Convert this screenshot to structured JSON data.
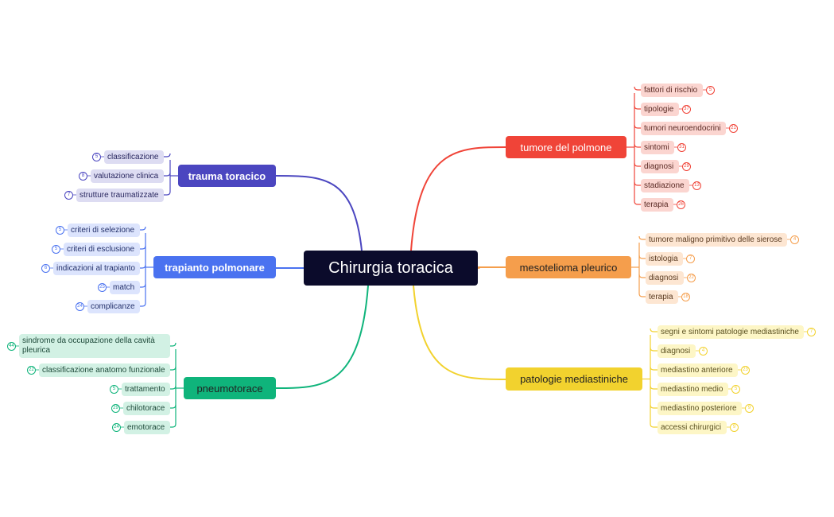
{
  "central": {
    "label": "Chirurgia toracica"
  },
  "colors": {
    "central": "#0b0b2b",
    "tumore": "#f04438",
    "meso": "#f59e4c",
    "medias": "#f2d22e",
    "pneumo": "#0fb47b",
    "trapianto": "#4a72f0",
    "trauma": "#4b46c0"
  },
  "branches": {
    "tumore": {
      "label": "tumore del polmone",
      "children": [
        {
          "label": "fattori di rischio",
          "count": "5"
        },
        {
          "label": "tipologie",
          "count": "37"
        },
        {
          "label": "tumori neuroendocrini",
          "count": "21"
        },
        {
          "label": "sintomi",
          "count": "31"
        },
        {
          "label": "diagnosi",
          "count": "29"
        },
        {
          "label": "stadiazione",
          "count": "13"
        },
        {
          "label": "terapia",
          "count": "26"
        }
      ]
    },
    "meso": {
      "label": "mesotelioma pleurico",
      "children": [
        {
          "label": "tumore maligno primitivo delle sierose",
          "count": "4"
        },
        {
          "label": "istologia",
          "count": "7"
        },
        {
          "label": "diagnosi",
          "count": "22"
        },
        {
          "label": "terapia",
          "count": "18"
        }
      ]
    },
    "medias": {
      "label": "patologie mediastiniche",
      "children": [
        {
          "label": "segni e sintomi patologie mediastiniche",
          "count": "7"
        },
        {
          "label": "diagnosi",
          "count": "4"
        },
        {
          "label": "mediastino anteriore",
          "count": "23"
        },
        {
          "label": "mediastino medio",
          "count": "5"
        },
        {
          "label": "mediastino posteriore",
          "count": "9"
        },
        {
          "label": "accessi chirurgici",
          "count": "9"
        }
      ]
    },
    "pneumo": {
      "label": "pneumotorace",
      "children": [
        {
          "label": "sindrome da occupazione della cavità pleurica",
          "count": "44"
        },
        {
          "label": "classificazione anatomo funzionale",
          "count": "22"
        },
        {
          "label": "trattamento",
          "count": "5"
        },
        {
          "label": "chilotorace",
          "count": "29"
        },
        {
          "label": "emotorace",
          "count": "24"
        }
      ]
    },
    "trapianto": {
      "label": "trapianto polmonare",
      "children": [
        {
          "label": "criteri di selezione",
          "count": "5"
        },
        {
          "label": "criteri di esclusione",
          "count": "5"
        },
        {
          "label": "indicazioni al trapianto",
          "count": "6"
        },
        {
          "label": "match",
          "count": "25"
        },
        {
          "label": "complicanze",
          "count": "24"
        }
      ]
    },
    "trauma": {
      "label": "trauma toracico",
      "children": [
        {
          "label": "classificazione",
          "count": "5"
        },
        {
          "label": "valutazione clinica",
          "count": "8"
        },
        {
          "label": "strutture traumatizzate",
          "count": "7"
        }
      ]
    }
  }
}
